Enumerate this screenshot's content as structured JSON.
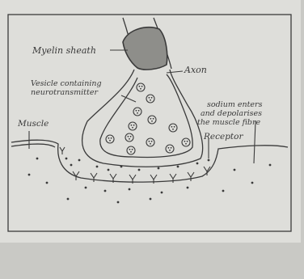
{
  "diagram": {
    "labels": {
      "myelin": "Myelin sheath",
      "axon": "Axon",
      "vesicle_line1": "Vesicle containing",
      "vesicle_line2": "neurotransmitter",
      "sodium_line1": "sodium enters",
      "sodium_line2": "and depolarises",
      "sodium_line3": "the muscle fibre",
      "muscle": "Muscle",
      "receptor": "Receptor"
    },
    "vesicle_count": 12,
    "colors": {
      "paper": "#dededa",
      "ink": "#3a3a3a",
      "myelin_fill": "#8e8e8a",
      "background": "#c9c9c5"
    }
  }
}
